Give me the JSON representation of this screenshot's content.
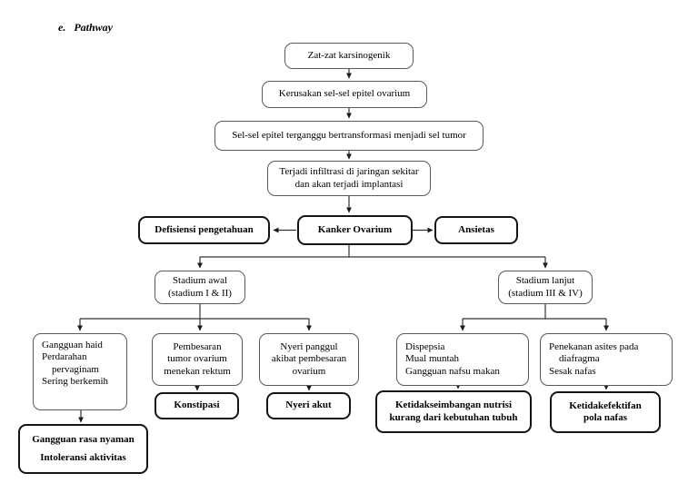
{
  "title": "e.   Pathway",
  "colors": {
    "background": "#ffffff",
    "line": "#333333",
    "box_border": "#595959",
    "bold_border": "#141414",
    "text": "#000000"
  },
  "nodes": {
    "zat": {
      "label": "Zat-zat karsinogenik"
    },
    "kerusakan": {
      "label": "Kerusakan sel-sel epitel ovarium"
    },
    "transformasi": {
      "label": "Sel-sel epitel terganggu bertransformasi menjadi sel tumor"
    },
    "infiltrasi": {
      "lines": [
        "Terjadi infiltrasi di jaringan sekitar",
        "dan akan terjadi implantasi"
      ]
    },
    "defisiensi": {
      "label": "Defisiensi pengetahuan"
    },
    "kanker": {
      "label": "Kanker Ovarium"
    },
    "ansietas": {
      "label": "Ansietas"
    },
    "stadium_awal": {
      "lines": [
        "Stadium awal",
        "(stadium I & II)"
      ]
    },
    "stadium_lanjut": {
      "lines": [
        "Stadium lanjut",
        "(stadium III & IV)"
      ]
    },
    "gangguan_haid": {
      "lines": [
        "Gangguan haid",
        "Perdarahan",
        "pervaginam",
        "Sering berkemih"
      ]
    },
    "pembesaran": {
      "lines": [
        "Pembesaran",
        "tumor ovarium",
        "menekan rektum"
      ]
    },
    "nyeri_panggul": {
      "lines": [
        "Nyeri panggul",
        "akibat pembesaran",
        "ovarium"
      ]
    },
    "dispepsia": {
      "lines": [
        "Dispepsia",
        "Mual muntah",
        "Gangguan nafsu makan"
      ]
    },
    "penekanan": {
      "lines": [
        "Penekanan asites pada",
        "diafragma",
        "Sesak nafas"
      ]
    },
    "konstipasi": {
      "label": "Konstipasi"
    },
    "nyeri_akut": {
      "label": "Nyeri akut"
    },
    "ketidakseimbangan": {
      "lines": [
        "Ketidakseimbangan nutrisi",
        "kurang dari kebutuhan tubuh"
      ]
    },
    "ketidakefektifan": {
      "lines": [
        "Ketidakefektifan",
        "pola nafas"
      ]
    },
    "gangguan_rasa": {
      "lines": [
        "Gangguan rasa nyaman",
        "Intoleransi aktivitas"
      ]
    }
  }
}
